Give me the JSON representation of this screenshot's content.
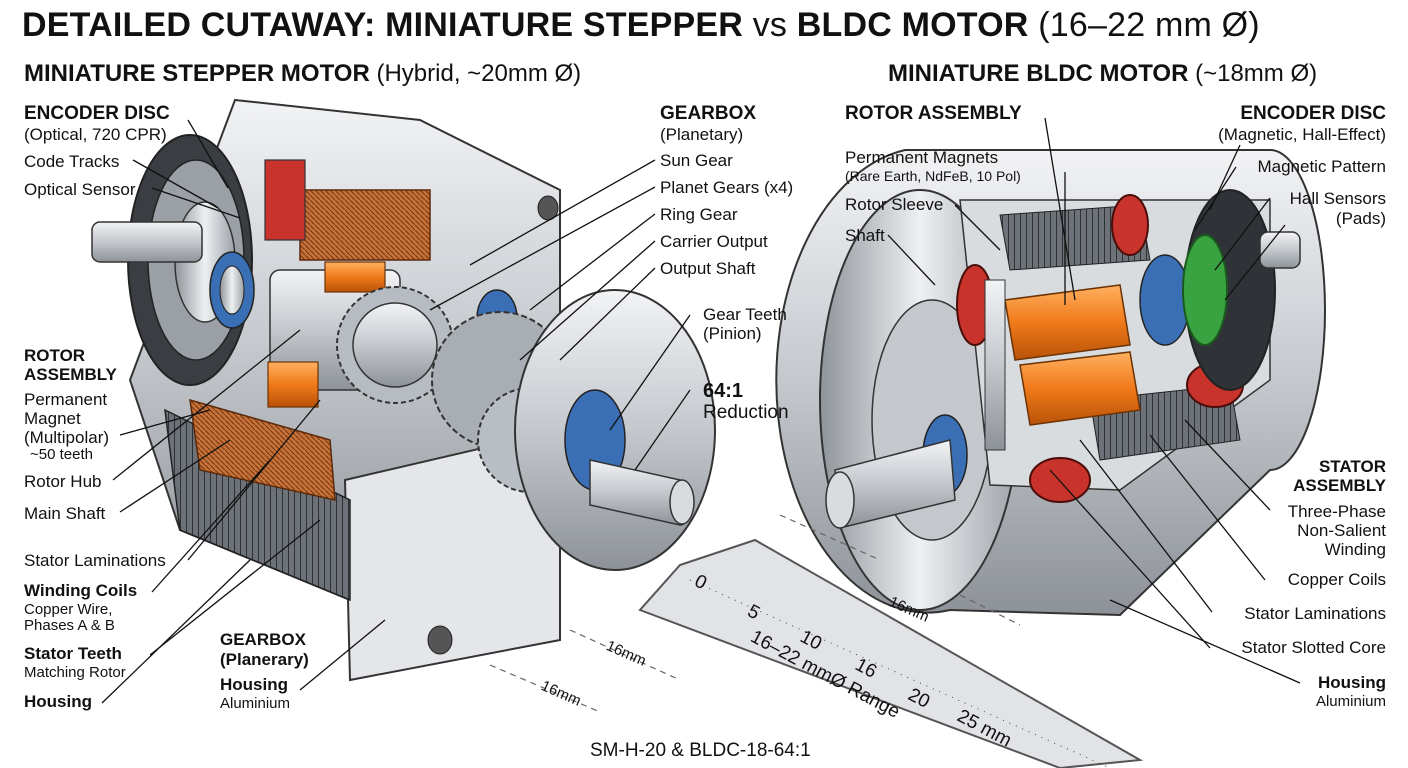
{
  "title": {
    "bold1": "DETAILED CUTAWAY: MINIATURE STEPPER",
    "vs": "vs",
    "bold2": "BLDC MOTOR",
    "light": "(16–22 mm Ø)"
  },
  "stepper": {
    "heading_bold": "MINIATURE STEPPER MOTOR",
    "heading_light": "(Hybrid, ~20mm Ø)",
    "labels": {
      "encoder_disc": "ENCODER DISC",
      "encoder_disc_sub": "(Optical, 720 CPR)",
      "code_tracks": "Code Tracks",
      "optical_sensor": "Optical Sensor",
      "rotor_assembly": "ROTOR ASSEMBLY",
      "permanent_magnet": "Permanent Magnet (Multipolar)",
      "teeth": "~50 teeth",
      "rotor_hub": "Rotor Hub",
      "main_shaft": "Main Shaft",
      "stator_laminations": "Stator Laminations",
      "winding_coils": "Winding Coils",
      "winding_sub": "Copper Wire, Phases A & B",
      "stator_teeth": "Stator Teeth",
      "stator_teeth_sub": "Matching Rotor",
      "housing": "Housing",
      "gearbox_bottom": "GEARBOX (Planerary)",
      "housing_bottom": "Housing",
      "aluminium": "Aluminium",
      "gearbox": "GEARBOX",
      "gearbox_sub": "(Planetary)",
      "sun_gear": "Sun Gear",
      "planet_gears": "Planet Gears (x4)",
      "ring_gear": "Ring Gear",
      "carrier_output": "Carrier Output",
      "output_shaft": "Output Shaft",
      "gear_teeth": "Gear Teeth (Pinion)",
      "ratio": "64:1",
      "reduction": "Reduction"
    }
  },
  "bldc": {
    "heading_bold": "MINIATURE BLDC MOTOR",
    "heading_light": "(~18mm Ø)",
    "labels": {
      "rotor_assembly": "ROTOR ASSEMBLY",
      "permanent_magnets": "Permanent Magnets",
      "magnets_sub": "(Rare Earth, NdFeB, 10 Pol)",
      "rotor_sleeve": "Rotor Sleeve",
      "shaft": "Shaft",
      "encoder_disc": "ENCODER DISC",
      "encoder_sub": "(Magnetic, Hall-Effect)",
      "magnetic_pattern": "Magnetic Pattern",
      "hall_sensors": "Hall Sensors",
      "pads": "(Pads)",
      "stator_assembly": "STATOR ASSEMBLY",
      "three_phase": "Three-Phase Non-Salient Winding",
      "copper_coils": "Copper Coils",
      "stator_laminations": "Stator Laminations",
      "stator_core": "Stator Slotted Core",
      "housing": "Housing",
      "aluminium": "Aluminium"
    }
  },
  "ruler": {
    "ticks": [
      "0",
      "5",
      "10",
      "16",
      "20",
      "25 mm"
    ],
    "range_text": "16–22 mmØ Range",
    "dim_16a": "16mm",
    "dim_16b": "16mm",
    "dim_16c": "16mm"
  },
  "caption": "SM-H-20 & BLDC-18-64:1",
  "colors": {
    "magnet_orange": "#f07a1a",
    "copper": "#c9733a",
    "steel": "#c9ccd0",
    "bearing_blue": "#3a6fb5",
    "coil_red": "#c8332b"
  }
}
